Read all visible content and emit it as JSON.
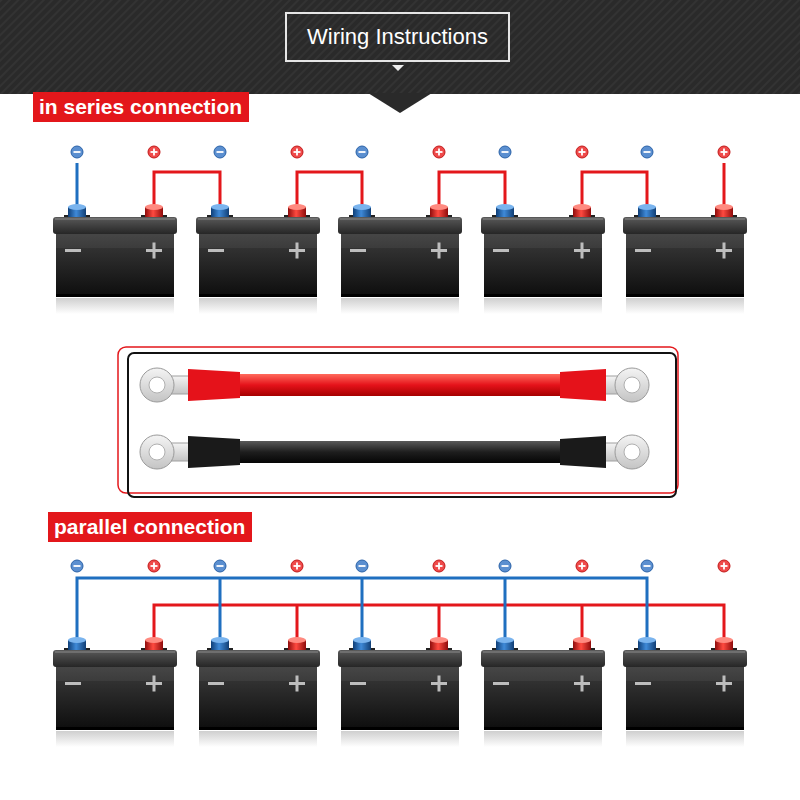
{
  "diagram": {
    "title": "Wiring Instructions",
    "nodes": [
      {
        "text": [
          "in series connection"
        ]
      },
      {
        "text": [
          "parallel connection"
        ]
      }
    ]
  }
}
